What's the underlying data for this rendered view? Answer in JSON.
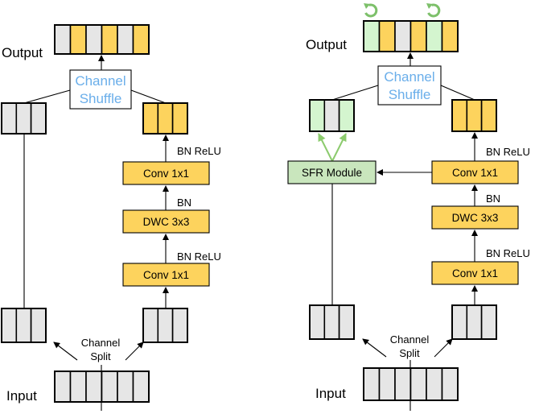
{
  "colors": {
    "grey": "#e6e6e6",
    "yellow": "#fdd35d",
    "green": "#d4f5cf",
    "op_fill": "#fdd35d",
    "sfr_fill": "#c9e6bd",
    "cs_text": "#6aaeea",
    "green_arrow": "#8ccb6e"
  },
  "left": {
    "output_label": "Output",
    "input_label": "Input",
    "channel_shuffle": [
      "Channel",
      "Shuffle"
    ],
    "channel_split": [
      "Channel",
      "Split"
    ],
    "conv_bottom": "Conv 1x1",
    "dwc": "DWC 3x3",
    "conv_top": "Conv 1x1",
    "ann_bottom": "BN ReLU",
    "ann_mid": "BN",
    "ann_top": "BN ReLU",
    "output_cells": [
      "grey",
      "yellow",
      "grey",
      "yellow",
      "grey",
      "yellow"
    ]
  },
  "right": {
    "output_label": "Output",
    "input_label": "Input",
    "channel_shuffle": [
      "Channel",
      "Shuffle"
    ],
    "channel_split": [
      "Channel",
      "Split"
    ],
    "conv_bottom": "Conv 1x1",
    "dwc": "DWC 3x3",
    "conv_top": "Conv 1x1",
    "ann_bottom": "BN ReLU",
    "ann_mid": "BN",
    "ann_top": "BN ReLU",
    "sfr_module": "SFR Module",
    "output_cells": [
      "green",
      "yellow",
      "grey",
      "yellow",
      "green",
      "yellow"
    ],
    "refresh_icons": [
      "refresh-icon",
      "refresh-icon"
    ]
  }
}
